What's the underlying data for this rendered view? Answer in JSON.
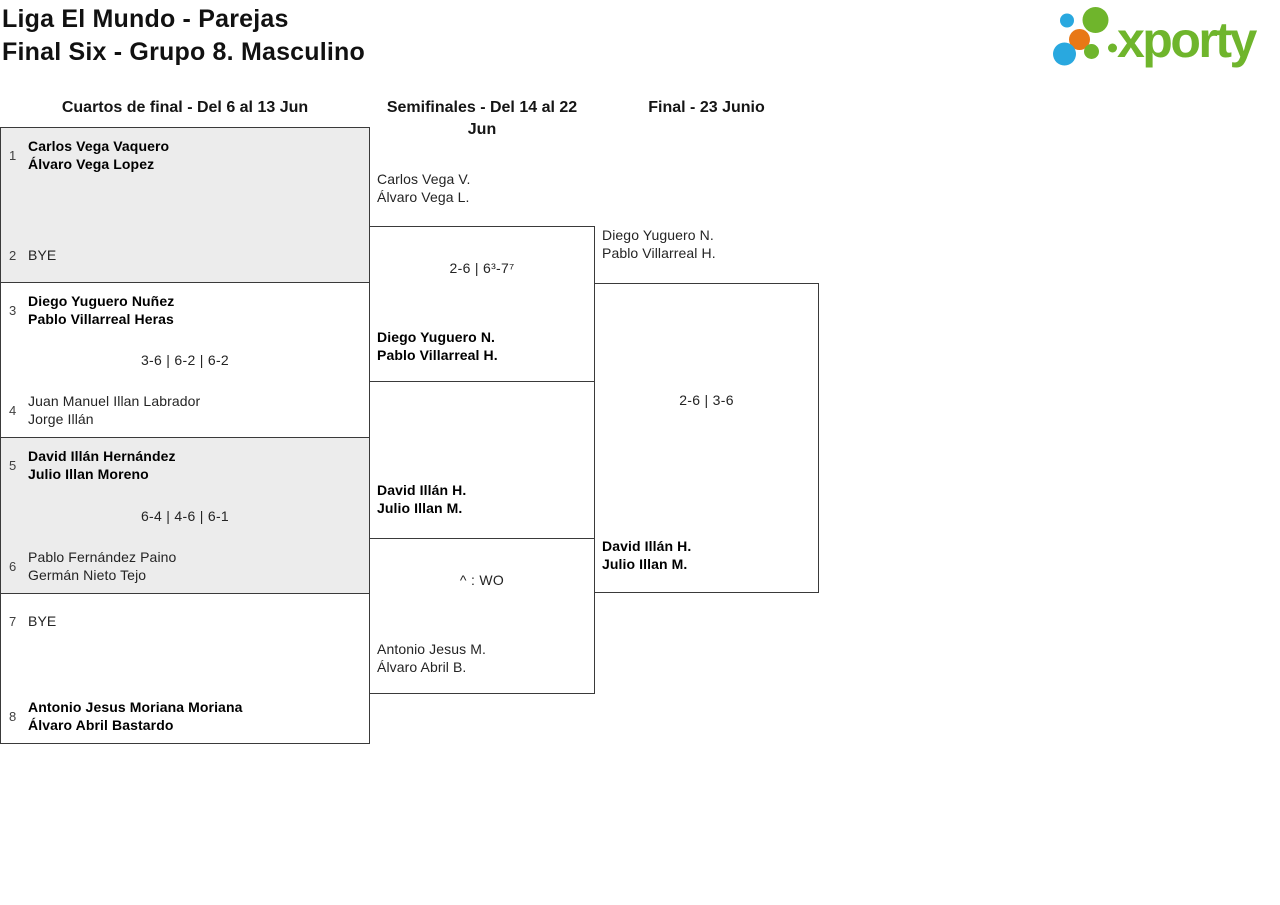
{
  "header": {
    "title_line1": "Liga El Mundo - Parejas",
    "title_line2": "Final Six - Grupo 8. Masculino"
  },
  "logo": {
    "text": "xporty"
  },
  "round_headers": {
    "quarterfinals": "Cuartos de final - Del 6 al 13 Jun",
    "semifinals_line1": "Semifinales - Del 14 al 22",
    "semifinals_line2": "Jun",
    "final": "Final - 23 Junio"
  },
  "quarterfinals": [
    {
      "top": {
        "seed": "1",
        "players": [
          "Carlos Vega Vaquero",
          "Álvaro Vega Lopez"
        ],
        "winner": true
      },
      "score": "",
      "bottom": {
        "seed": "2",
        "players": [
          "BYE"
        ],
        "winner": false
      }
    },
    {
      "top": {
        "seed": "3",
        "players": [
          "Diego Yuguero Nuñez",
          "Pablo Villarreal Heras"
        ],
        "winner": true
      },
      "score": "3-6 | 6-2 | 6-2",
      "bottom": {
        "seed": "4",
        "players": [
          "Juan Manuel Illan Labrador",
          "Jorge Illán"
        ],
        "winner": false
      }
    },
    {
      "top": {
        "seed": "5",
        "players": [
          "David Illán Hernández",
          "Julio Illan Moreno"
        ],
        "winner": true
      },
      "score": "6-4 | 4-6 | 6-1",
      "bottom": {
        "seed": "6",
        "players": [
          "Pablo Fernández Paino",
          "Germán Nieto Tejo"
        ],
        "winner": false
      }
    },
    {
      "top": {
        "seed": "7",
        "players": [
          "BYE"
        ],
        "winner": false
      },
      "score": "",
      "bottom": {
        "seed": "8",
        "players": [
          "Antonio Jesus Moriana Moriana",
          "Álvaro Abril Bastardo"
        ],
        "winner": true
      }
    }
  ],
  "semifinals": [
    {
      "top": {
        "players": [
          "Carlos Vega V.",
          "Álvaro Vega L."
        ],
        "winner": false
      },
      "score": "2-6 | 6³-7⁷",
      "bottom": {
        "players": [
          "Diego Yuguero N.",
          "Pablo Villarreal H."
        ],
        "winner": true
      }
    },
    {
      "top": {
        "players": [
          "David Illán H.",
          "Julio Illan M."
        ],
        "winner": true
      },
      "score": "^ : WO",
      "bottom": {
        "players": [
          "Antonio Jesus M.",
          "Álvaro Abril B."
        ],
        "winner": false
      }
    }
  ],
  "final": {
    "top": {
      "players": [
        "Diego Yuguero N.",
        "Pablo Villarreal H."
      ],
      "winner": false
    },
    "score": "2-6 | 3-6",
    "bottom": {
      "players": [
        "David Illán H.",
        "Julio Illan M."
      ],
      "winner": true
    }
  },
  "colors": {
    "logo_green": "#6fb52c",
    "logo_blue": "#29a8df",
    "logo_orange": "#e87816",
    "match_alt_bg": "#ececec",
    "border": "#3a3a3a"
  }
}
